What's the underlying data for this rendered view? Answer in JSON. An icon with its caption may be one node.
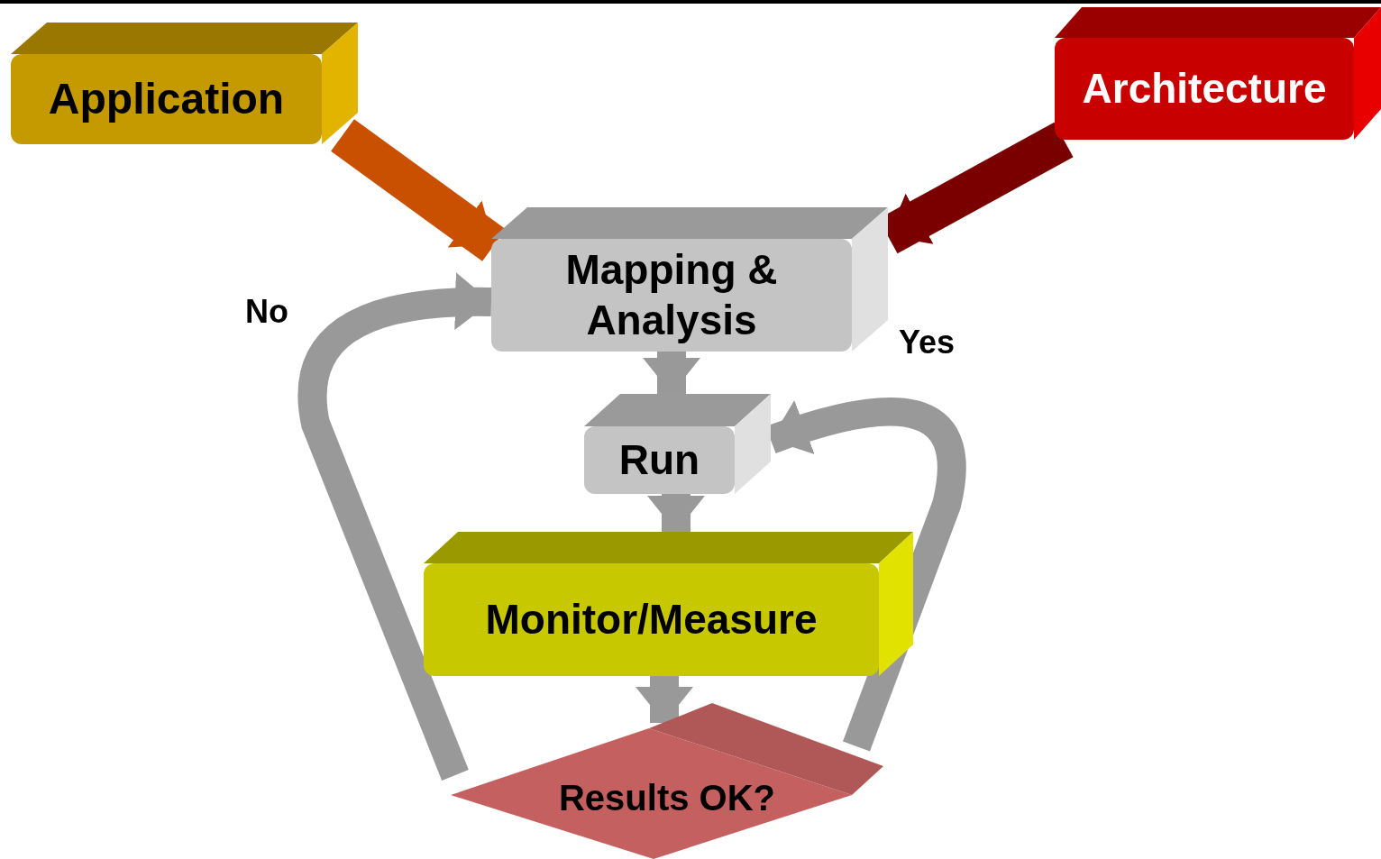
{
  "diagram": {
    "nodes": [
      {
        "text": [
          "Application"
        ]
      },
      {
        "text": [
          "Architecture"
        ]
      },
      {
        "text": [
          "Mapping & Analysis"
        ]
      },
      {
        "text": [
          "Run"
        ]
      },
      {
        "text": [
          "Monitor/Measure"
        ]
      },
      {
        "text": [
          "Results OK?"
        ]
      }
    ],
    "edges": [
      {
        "from": 0,
        "to": 2,
        "arrow": "to",
        "color": "#c85000"
      },
      {
        "from": 1,
        "to": 2,
        "arrow": "to",
        "color": "#7a0000"
      },
      {
        "from": 2,
        "to": 3,
        "arrow": "to"
      },
      {
        "from": 3,
        "to": 4,
        "arrow": "to"
      },
      {
        "from": 4,
        "to": 5,
        "arrow": "to"
      },
      {
        "from": 5,
        "to": 2,
        "arrow": "to",
        "label": "No"
      },
      {
        "from": 5,
        "to": 3,
        "arrow": "to",
        "label": "Yes"
      }
    ]
  }
}
